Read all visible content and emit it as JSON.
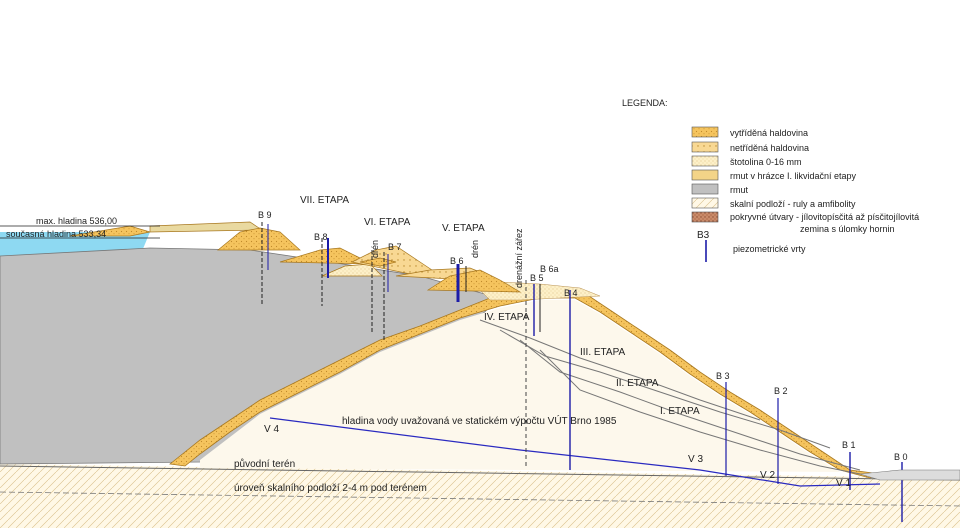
{
  "legend": {
    "title": "LEGENDA:",
    "items": [
      {
        "label": "vytříděná haldovina"
      },
      {
        "label": "netříděná haldovina"
      },
      {
        "label": "štotolina 0-16 mm"
      },
      {
        "label": "rmut v hrázce I. likvidační etapy"
      },
      {
        "label": "rmut"
      },
      {
        "label": "skalní podloží - ruly a amfibolity"
      },
      {
        "label": "pokryvné útvary - jílovitopísčitá až písčitojílovitá"
      },
      {
        "label": "zemina s úlomky hornin"
      }
    ],
    "borehole_symbol": "B3",
    "borehole_label": "piezometrické vrty"
  },
  "water": {
    "max_level": "max. hladina 536,00",
    "current_level": "současná hladina 533,34",
    "static_line": "hladina vody uvažovaná ve statickém výpočtu VÚT Brno 1985"
  },
  "stages": {
    "s1": "I. ETAPA",
    "s2": "II. ETAPA",
    "s3": "III. ETAPA",
    "s4": "IV. ETAPA",
    "s5": "V. ETAPA",
    "s6": "VI. ETAPA",
    "s7": "VII. ETAPA"
  },
  "boreholes": {
    "b9": "B 9",
    "b8": "B 8",
    "b7": "B 7",
    "b6": "B 6",
    "b6a": "B 6a",
    "b5": "B 5",
    "b4": "B 4",
    "b3": "B 3",
    "b2": "B 2",
    "b1": "B 1",
    "b0": "B 0"
  },
  "wells": {
    "v1": "V 1",
    "v2": "V 2",
    "v3": "V 3",
    "v4": "V 4"
  },
  "drains": {
    "dren1": "drén",
    "dren2": "drén",
    "drain_cut": "drenážní zářez"
  },
  "terrain": {
    "original": "původní terén",
    "bedrock": "úroveň skalního podloží 2-4 m pod terénem"
  },
  "colors": {
    "tailings": "#c0c0c0",
    "sorted": "#f5c45e",
    "unsorted": "#f7d48a",
    "gravel": "#fbe9b8",
    "water": "#8ed9f2",
    "boreholes": "#1c1ca8"
  }
}
